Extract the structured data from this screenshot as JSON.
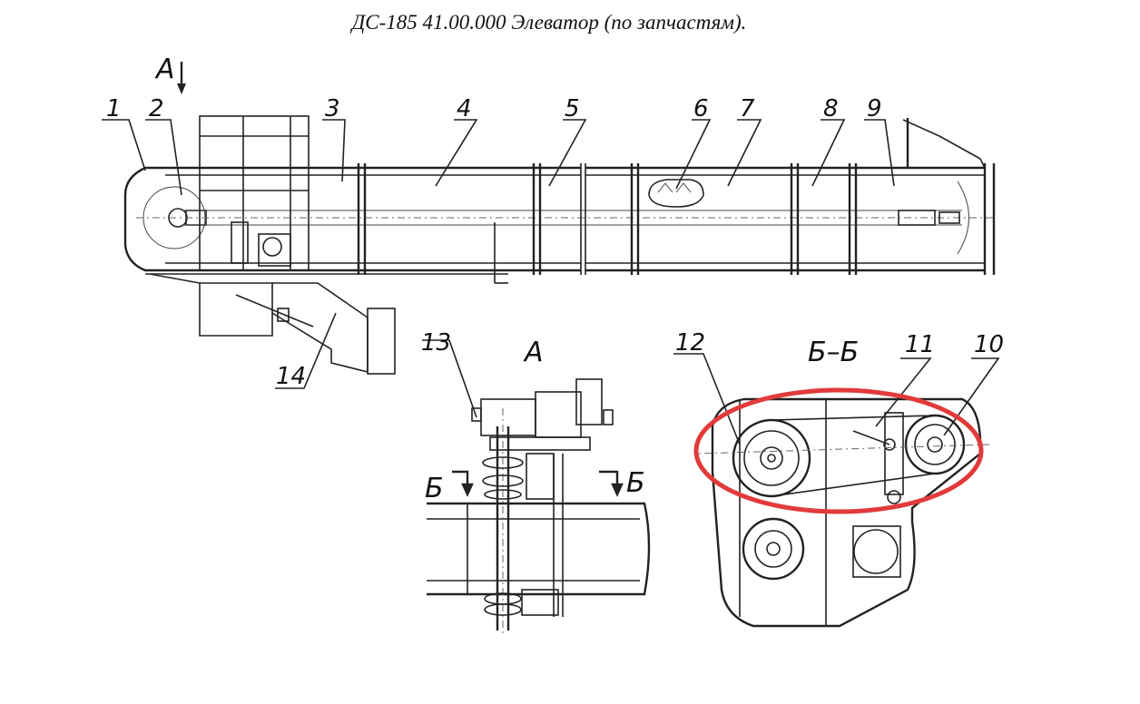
{
  "title": "ДС-185 41.00.000  Элеватор (по запчастям).",
  "callouts": [
    "1",
    "2",
    "3",
    "4",
    "5",
    "6",
    "7",
    "8",
    "9",
    "10",
    "11",
    "12",
    "13",
    "14"
  ],
  "view_labels": {
    "a_arrow": "А",
    "view_a": "А",
    "section_bb": "Б–Б",
    "cut_left": "Б",
    "cut_right": "Б"
  },
  "highlight_color": "#e23a3a"
}
